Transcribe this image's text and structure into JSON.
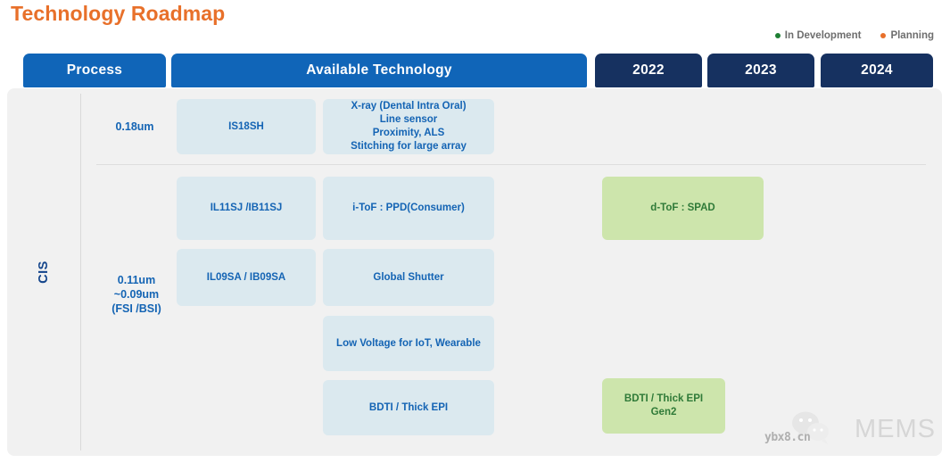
{
  "title": "Technology Roadmap",
  "colors": {
    "title": "#E8702A",
    "header_blue": "#1065B8",
    "header_navy": "#163160",
    "cell_blue_bg": "#DBE9EF",
    "cell_blue_text": "#1464B4",
    "cell_green_bg": "#CDE5AC",
    "cell_green_text": "#2F7A38",
    "panel_bg": "#F1F1F1",
    "in_development_dot": "#1E7F33",
    "planning_dot": "#E8702A"
  },
  "legend": {
    "items": [
      {
        "label": "In Development",
        "dot_color": "#1E7F33"
      },
      {
        "label": "Planning",
        "dot_color": "#E8702A"
      }
    ]
  },
  "headers": {
    "process": "Process",
    "available_technology": "Available Technology",
    "years": [
      "2022",
      "2023",
      "2024"
    ]
  },
  "category": {
    "label": "CIS"
  },
  "rows": [
    {
      "process": "0.18um",
      "device": "IS18SH",
      "technology": "X-ray (Dental Intra Oral)\nLine sensor\nProximity, ALS\nStitching for large array",
      "roadmap": []
    },
    {
      "process": "0.11um\n~0.09um\n(FSI /BSI)",
      "device": "IL11SJ /IB11SJ",
      "technology": "i-ToF : PPD(Consumer)",
      "roadmap": [
        {
          "year": "2022",
          "label": "d-ToF : SPAD",
          "status": "In Development"
        }
      ]
    },
    {
      "process": "",
      "device": "IL09SA / IB09SA",
      "technology": "Global Shutter",
      "roadmap": []
    },
    {
      "process": "",
      "device": "",
      "technology": "Low Voltage for IoT, Wearable",
      "roadmap": []
    },
    {
      "process": "",
      "device": "",
      "technology": "BDTI / Thick EPI",
      "roadmap": [
        {
          "year": "2022",
          "label": "BDTI / Thick EPI\nGen2",
          "status": "In Development"
        }
      ]
    }
  ],
  "cells": {
    "is18sh": "IS18SH",
    "xray": "X-ray (Dental Intra Oral)\nLine sensor\nProximity, ALS\nStitching for large array",
    "il11sj": "IL11SJ /IB11SJ",
    "itof": "i-ToF : PPD(Consumer)",
    "dtof": "d-ToF : SPAD",
    "il09sa": "IL09SA / IB09SA",
    "global_shutter": "Global Shutter",
    "low_voltage": "Low Voltage for IoT, Wearable",
    "bdti": "BDTI / Thick EPI",
    "bdti_gen2": "BDTI / Thick EPI\nGen2"
  },
  "process_labels": {
    "p018": "0.18um",
    "p011": "0.11um\n~0.09um\n(FSI /BSI)"
  },
  "watermark": {
    "brand": "MEMS",
    "url": "ybx8.cn"
  }
}
